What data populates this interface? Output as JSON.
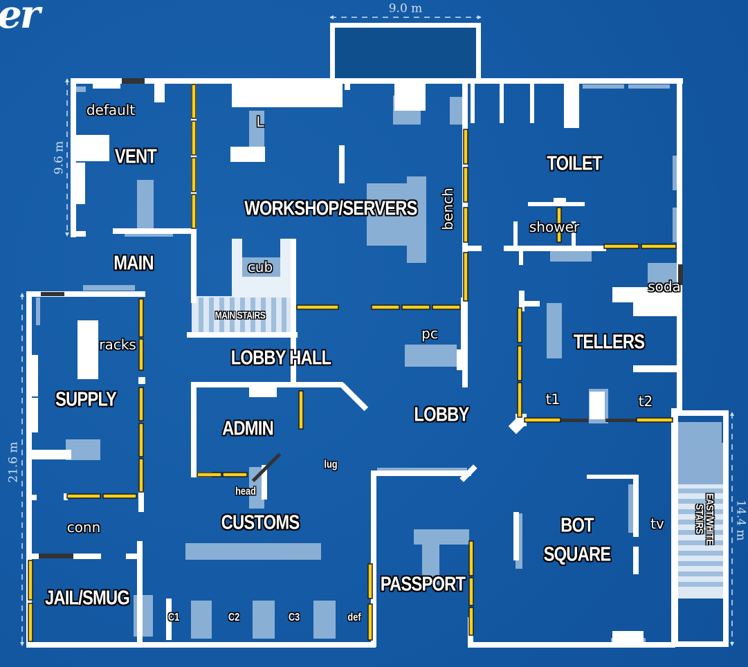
{
  "map": {
    "title_fragment": "der",
    "colors": {
      "background": "#1459a3",
      "wall": "#ffffff",
      "furniture": "#9fbedd",
      "breakable_wall": "#f5d020",
      "hatch_dark": "#333333",
      "measure_text": "#cfe0f2"
    },
    "measurements": {
      "top_width": "9.0 m",
      "vent_height": "9.6 m",
      "west_height": "21.6 m",
      "east_height": "14.4 m"
    },
    "rooms": {
      "vent": "VENT",
      "main": "MAIN",
      "workshop_servers": "WORKSHOP/SERVERS",
      "toilet": "TOILET",
      "supply": "SUPPLY",
      "lobby_hall": "LOBBY HALL",
      "tellers": "TELLERS",
      "admin": "ADMIN",
      "lobby": "LOBBY",
      "customs": "CUSTOMS",
      "bot_square_line1": "BOT",
      "bot_square_line2": "SQUARE",
      "passport": "PASSPORT",
      "jail_smug": "JAIL/SMUG",
      "main_stairs": "MAIN STAIRS",
      "east_white_stairs_line1": "EAST/WHITE",
      "east_white_stairs_line2": "STAIRS"
    },
    "callouts": {
      "default": "default",
      "l": "L",
      "bench": "bench",
      "shower": "shower",
      "cub": "cub",
      "soda": "soda",
      "racks": "racks",
      "pc": "pc",
      "t1": "t1",
      "t2": "t2",
      "lug": "lug",
      "head": "head",
      "conn": "conn",
      "tv": "tv",
      "c1": "C1",
      "c2": "C2",
      "c3": "C3",
      "def": "def"
    }
  }
}
